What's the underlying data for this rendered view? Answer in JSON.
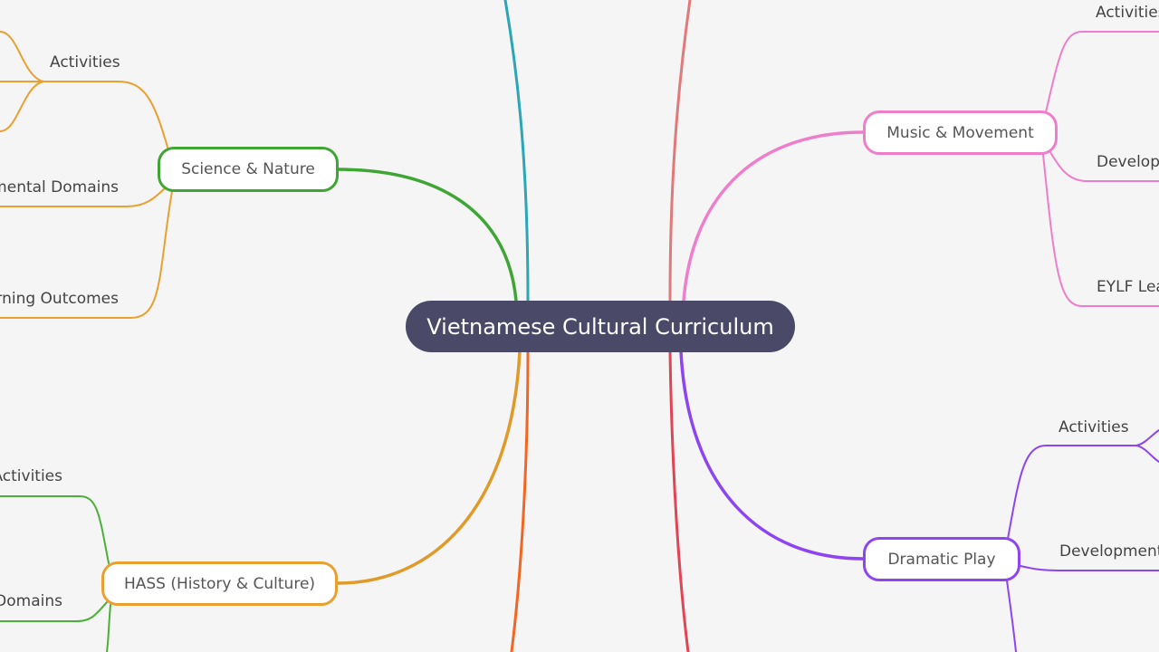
{
  "root": {
    "label": "Vietnamese Cultural Curriculum",
    "color": "#4a4a68"
  },
  "branches": [
    {
      "label": "Science & Nature",
      "color": "#3fa535",
      "child_color": "#e8a030",
      "children": [
        "Activities",
        "mental Domains",
        "rning Outcomes"
      ]
    },
    {
      "label": "HASS (History & Culture)",
      "color": "#e8a030",
      "child_color": "#4caf3a",
      "children": [
        "Activities",
        "Domains"
      ]
    },
    {
      "label": "Music & Movement",
      "color": "#ee7ecb",
      "child_color": "#ee7ecb",
      "children": [
        "Activities",
        "Develop",
        "EYLF Lea"
      ]
    },
    {
      "label": "Dramatic Play",
      "color": "#8e44f0",
      "child_color": "#8e44f0",
      "children": [
        "Activities",
        "Development"
      ]
    }
  ]
}
